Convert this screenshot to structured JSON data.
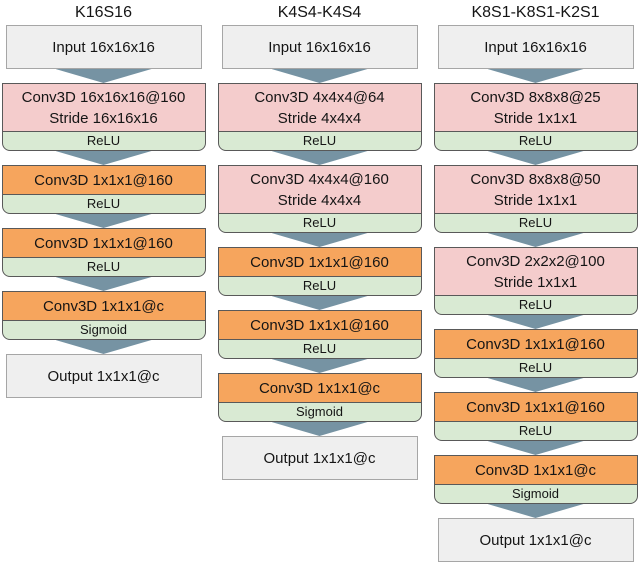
{
  "figure": {
    "colors": {
      "conv_downsample_fill": "#f4cccc",
      "conv_pointwise_fill": "#f6a55d",
      "activation_fill": "#d9ead3",
      "io_fill": "#efefef",
      "arrow_fill": "#7693a3",
      "border_dark": "#595959",
      "border_light": "#a6a6a6"
    },
    "columns": [
      {
        "title": "K16S16",
        "blocks": [
          {
            "kind": "io",
            "label": "Input 16x16x16"
          },
          {
            "kind": "conv",
            "lines": [
              "Conv3D 16x16x16@160",
              "Stride 16x16x16"
            ],
            "activation": "ReLU"
          },
          {
            "kind": "conv",
            "lines": [
              "Conv3D 1x1x1@160"
            ],
            "activation": "ReLU"
          },
          {
            "kind": "conv",
            "lines": [
              "Conv3D 1x1x1@160"
            ],
            "activation": "ReLU"
          },
          {
            "kind": "conv",
            "lines": [
              "Conv3D 1x1x1@c"
            ],
            "activation": "Sigmoid"
          },
          {
            "kind": "io",
            "label": "Output 1x1x1@c"
          }
        ]
      },
      {
        "title": "K4S4-K4S4",
        "blocks": [
          {
            "kind": "io",
            "label": "Input 16x16x16"
          },
          {
            "kind": "conv",
            "lines": [
              "Conv3D 4x4x4@64",
              "Stride 4x4x4"
            ],
            "activation": "ReLU"
          },
          {
            "kind": "conv",
            "lines": [
              "Conv3D 4x4x4@160",
              "Stride 4x4x4"
            ],
            "activation": "ReLU"
          },
          {
            "kind": "conv",
            "lines": [
              "Conv3D 1x1x1@160"
            ],
            "activation": "ReLU"
          },
          {
            "kind": "conv",
            "lines": [
              "Conv3D 1x1x1@160"
            ],
            "activation": "ReLU"
          },
          {
            "kind": "conv",
            "lines": [
              "Conv3D 1x1x1@c"
            ],
            "activation": "Sigmoid"
          },
          {
            "kind": "io",
            "label": "Output 1x1x1@c"
          }
        ]
      },
      {
        "title": "K8S1-K8S1-K2S1",
        "blocks": [
          {
            "kind": "io",
            "label": "Input 16x16x16"
          },
          {
            "kind": "conv",
            "lines": [
              "Conv3D 8x8x8@25",
              "Stride 1x1x1"
            ],
            "activation": "ReLU"
          },
          {
            "kind": "conv",
            "lines": [
              "Conv3D 8x8x8@50",
              "Stride 1x1x1"
            ],
            "activation": "ReLU"
          },
          {
            "kind": "conv",
            "lines": [
              "Conv3D 2x2x2@100",
              "Stride 1x1x1"
            ],
            "activation": "ReLU"
          },
          {
            "kind": "conv",
            "lines": [
              "Conv3D 1x1x1@160"
            ],
            "activation": "ReLU"
          },
          {
            "kind": "conv",
            "lines": [
              "Conv3D 1x1x1@160"
            ],
            "activation": "ReLU"
          },
          {
            "kind": "conv",
            "lines": [
              "Conv3D 1x1x1@c"
            ],
            "activation": "Sigmoid"
          },
          {
            "kind": "io",
            "label": "Output 1x1x1@c"
          }
        ]
      }
    ]
  }
}
